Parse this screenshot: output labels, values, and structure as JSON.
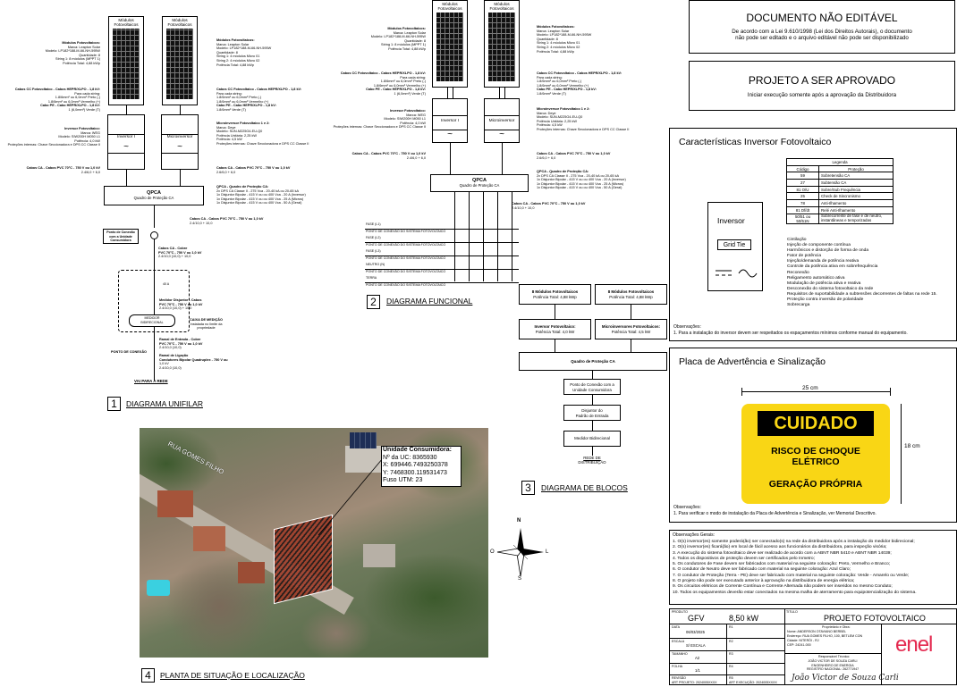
{
  "unifilar": {
    "module_label": "Módulos Fotovoltaicos",
    "module_specs_left": [
      "Módulos Fotovoltaicos:",
      "Marca: Leapton Solar",
      "Modelo: LP182*188-M-66-NH-595W",
      "Quantidade: 8",
      "String 1: 8 módulos (MPPT 1)",
      "Potência Total: 4,88 kWp"
    ],
    "module_specs_right": [
      "Módulos Fotovoltaicos:",
      "Marca: Leapton Solar",
      "Modelo: LP182*188-M-66-NH-595W",
      "Quantidade: 8",
      "String 1: 4 módulos Micro 01",
      "String 2: 4 módulos Micro 02",
      "Potência Total: 4,88 kWp"
    ],
    "cable_cc_left": [
      "Cabos CC Fotovoltaico - Cabos HEPR/XLPO - 1,8 kV:",
      "Para cada string:",
      "1.8/6mm² ou 6,0mm² Preto (-)",
      "1.8/6mm² ou 6,0mm² Vermelho (+)",
      "Cabo PE - Cabo HEPR/XLPO - 1,8 kV:",
      "1 (6,0mm²) Verde (T)"
    ],
    "cable_cc_right": [
      "Cabos CC Fotovoltaico - Cabos HEPR/XLPO - 1,8 kV:",
      "Para cada string:",
      "1.8/6mm² ou 6,0mm² Preto (-)",
      "1.8/6mm² ou 6,0mm² Vermelho (+)",
      "Cabo PE - Cabo HEPR/XLPO - 1,8 kV:",
      "1.8/6mm² Verde (T)"
    ],
    "inverter_left_spec": [
      "Inversor Fotovoltaico:",
      "Marca: WEG",
      "Modelo: SIW200H M050 L1",
      "Potência: 4,0 kW",
      "Proteções internas: Chave Seccionadora e DPS CC Classe II"
    ],
    "inverter_right_spec": [
      "Microinversor Fotovoltaico 1 e 2:",
      "Marca: Deye",
      "Modelo: SUN-M225G4-EU-Q0",
      "Potência Unitária: 2,25 kW",
      "Potência: 4,5 kW",
      "Proteções internas: Chave Seccionadora e DPS CC Classe II"
    ],
    "inverter_left": "Inversor I",
    "inverter_right": "Microinversor",
    "cable_ca_left": [
      "Cabos CA - Cabos PVC 70°C - 750 V ou 1,0 kV",
      "2.4/6,0 + 6,0"
    ],
    "cable_ca_right": [
      "Cabos CA - Cabos PVC 70°C - 750 V ou 1,0 kV",
      "2.6/6,0 + 6,0"
    ],
    "qpca_title": "QPCA",
    "qpca_sub": "Quadro de Proteção CA",
    "qpca_spec": [
      "QPCA - Quadro de Proteção CA:",
      "2x DPS CA Classe II - 275 Vca - 20-40 kA ou 20-65 kA",
      "1x Disjuntor Bipolar - 415 V ou ou 400 Vca - 20 A (Inversor)",
      "1x Disjuntor Bipolar - 415 V ou ou 400 Vca - 25 A (Micros)",
      "1x Disjuntor Bipolar - 415 V ou ou 400 Vca - 50 A (Geral)"
    ],
    "cable_ca_main": [
      "Cabos CA - Cabos PVC 70°C - 750 V ou 1,0 kV",
      "2.4/10,0 + 10,0"
    ],
    "conexao_label": [
      "Ponto de Conexão",
      "com a Unidade",
      "Consumidora"
    ],
    "cable_ca_cobre": [
      "Cabos CA - Cobre",
      "PVC 70°C - 750 V ou 1,0 kV",
      "2.4/10,0 (10,0) + 10,0"
    ],
    "breaker_label": "40 A",
    "medidor_cable": [
      "Medidor Disjuntor - Cabos",
      "PVC 70°C - 750 V ou 1,0 kV",
      "2.4/10,0 (10,0) + 10,0"
    ],
    "medidor_box": [
      "MEDIDOR",
      "BIDIRECIONAL"
    ],
    "caixa_medicao": [
      "CAIXA DE MEDIÇÃO",
      "Instalada no limite da",
      "propriedade"
    ],
    "ramal_entrada": [
      "Ramal de Entrada - Cobre",
      "PVC 70°C - 750 V ou 1,0 kV",
      "2.4/10,0 (10,0)"
    ],
    "ramal_ligacao": [
      "Ramal de Ligação",
      "Condutores Bipolar Quadruplex - 750 V ou",
      "1,0 kV",
      "2.4/10,0 (10,0)"
    ],
    "ponto_conexao": "PONTO DE CONEXÃO",
    "via_rede": "VAI PARA A REDE"
  },
  "funcional": {
    "bus_labels": [
      "FASE (L1)",
      "PONTO DE CONEXÃO DO SISTEMA FOTOVOLTAICO",
      "FASE (L2)",
      "PONTO DE CONEXÃO DO SISTEMA FOTOVOLTAICO",
      "FASE (L3)",
      "PONTO DE CONEXÃO DO SISTEMA FOTOVOLTAICO",
      "NEUTRO (N)",
      "PONTO DE CONEXÃO DO SISTEMA FOTOVOLTAICO",
      "TERRA",
      "PONTO DE CONEXÃO DO SISTEMA FOTOVOLTAICO"
    ]
  },
  "blocos": {
    "mod_left": [
      "8 Módulos Fotovoltaicos",
      "Potência Total: 4,88 kWp"
    ],
    "mod_right": [
      "8 Módulos Fotovoltaicos",
      "Potência Total: 4,88 kWp"
    ],
    "inv_left": [
      "Inversor Fotovoltaico:",
      "Potência Total: 4,0 kW"
    ],
    "inv_right": [
      "Microinversores Fotovoltaicos:",
      "Potência Total: 4,5 kW"
    ],
    "qpca": "Quadro de Proteção CA",
    "ponto": [
      "Ponto de Conexão com a",
      "Unidade Consumidora"
    ],
    "disjuntor": [
      "Disjuntor do",
      "Padrão de Entrada"
    ],
    "medidor": "Medidor Bidirecional",
    "rede": [
      "REDE DE",
      "DISTRIBUIÇÃO"
    ]
  },
  "sections": {
    "s1_num": "1",
    "s1": "DIAGRAMA UNIFILAR",
    "s2_num": "2",
    "s2": "DIAGRAMA FUNCIONAL",
    "s3_num": "3",
    "s3": "DIAGRAMA DE BLOCOS",
    "s4_num": "4",
    "s4": "PLANTA DE SITUAÇÃO E LOCALIZAÇÃO"
  },
  "map": {
    "street": "RUA GOMES FILHO",
    "uc_title": "Unidade Consumidora:",
    "uc_lines": [
      "Nº da UC: 8365930",
      "X: 699446.7493250378",
      "Y: 7468300.119531473",
      "Fuso UTM: 23"
    ],
    "compass": {
      "n": "N",
      "s": "S",
      "l": "L",
      "o": "O"
    }
  },
  "stamp1": {
    "title": "DOCUMENTO NÃO EDITÁVEL",
    "text": [
      "De acordo com a Lei 9.610/1998 (Lei dos Direitos Autorais), o documento",
      "não pode ser editado e o arquivo editável não pode ser disponibilizado"
    ]
  },
  "stamp2": {
    "title": "PROJETO A SER APROVADO",
    "text": "Iniciar execução somente após a aprovação da Distribuidora"
  },
  "inversor_panel": {
    "title": "Características Inversor Fotovoltaico",
    "box_label": "Inversor",
    "grid_tie": "Grid Tie",
    "legend_title": "Legenda",
    "legend_headers": [
      "Código",
      "Proteção"
    ],
    "legend_rows": [
      [
        "59",
        "Sobretensão CA"
      ],
      [
        "27",
        "Subtensão CA"
      ],
      [
        "81 O/U",
        "Sobre/Sub Frequência"
      ],
      [
        "25",
        "Check de Sincronismo"
      ],
      [
        "78",
        "Anti-Ilhamento"
      ],
      [
        "81 Df/dt",
        "Relé Anti-Ilhamento"
      ],
      [
        "50/51 ou 50/51N",
        "Sobrecorrente de fase e de neutro, instantâneas e temporizadas"
      ]
    ],
    "functions": [
      "Cintilação",
      "Injeção de componente contínua",
      "Harmônicos e distorção de forma de onda",
      "Fator de potência",
      "Injeção/demanda de potência reativa",
      "Controle da potência ativa em sobrefrequência",
      "Reconexão",
      "Religamento automático ativa",
      "Modulação de potência ativa e reativa",
      "Desconexão do sistema fotovoltaico da rede",
      "Requisitos de suportabilidade a subtensões decorrentes de faltas na rede 15.",
      "Proteção contra inversão de polaridade",
      "Sobrecarga"
    ],
    "obs_title": "Observações:",
    "obs": [
      "1.    Para a instalação do inversor devem ser respeitados os espaçamentos mínimos conforme manual do equipamento."
    ]
  },
  "placa_panel": {
    "title": "Placa de Advertência e Sinalização",
    "width": "25 cm",
    "height": "18 cm",
    "sign_top": "CUIDADO",
    "sign_mid": [
      "RISCO DE CHOQUE",
      "ELÉTRICO"
    ],
    "sign_bot": "GERAÇÃO PRÓPRIA",
    "obs_title": "Observações:",
    "obs": [
      "1.    Para verificar o modo de instalação da Placa de Advertência e Sinalização, ver Memorial Descritivo."
    ]
  },
  "general_obs": {
    "title": "Observações Gerais:",
    "items": [
      "1.    O(s) inversor(es) somente poderá(ão) ser conectado(s) na rede da distribuidora após a instalação do medidor bidirecional;",
      "2.    O(s) inversor(es) ficará(ão) em local de fácil acesso aos funcionários da distribuidora, para inspeção visória;",
      "3.    A execução do sistema fotovoltaico deve ser realizado de acordo com a ABNT NBR 5410 e ABNT NBR 14039;",
      "4.    Todos os dispositivos de proteção devem ser certificados pelo Inmetro;",
      "5.    Os condutores de Fase devem ser fabricados com material na seguinte coloração: Preto, Vermelho e Branco;",
      "6.    O condutor de Neutro deve ser fabricado com material na seguinte coloração: Azul Claro;",
      "7.    O condutor de Proteção (Terra - PE) deve ser fabricado com material na seguinte coloração: Verde - Amarelo ou Verde;",
      "8.    O projeto não pode ser executado anterior à aprovação na distribuidora de energia elétrica;",
      "9.    Os circuitos elétricos de Corrente Contínua e Corrente Alternada não podem ser inseridos no mesmo Conduto;",
      "10.  Todos os equipamentos deverão estar conectados na mesma malha de aterramento para equipotencialização do sistema."
    ]
  },
  "title_block": {
    "produto_label": "PRODUTO",
    "produto": "GFV",
    "potencia": "8,50 kW",
    "titulo_label": "TITULO",
    "titulo": "PROJETO FOTOVOLTAICO",
    "data_label": "DATA",
    "data": "06/03/2025",
    "escala_label": "ESCALA",
    "escala": "S/ ESCALA",
    "tamanho_label": "TAMANHO",
    "tamanho": "A2",
    "folha_label": "FOLHA",
    "folha": "1/1",
    "revisao_label": "REVISÃO",
    "revisao": "ART PROJETO: 2024005XXXX",
    "rev_codes": [
      "R1",
      "R2",
      "R3",
      "R4",
      "R5",
      "ART EXECUÇÃO: 2024005XXXX"
    ],
    "proprietario_title": "Proprietário e Obra:",
    "proprietario": [
      "Nome:",
      "ANDERSON OTAVIANO BERBEL",
      "Endereço:",
      "RUA GOMES FILHO, 100, BETLEM CON",
      "Cidade:",
      "NITERÓI - RJ",
      "CEP:",
      "24241-000"
    ],
    "responsavel_title": "Responsável Técnico:",
    "responsavel": [
      "JOÃO VICTOR DE SOUZA CARLI",
      "ENGENHEIRO DE ENERGIA",
      "REGISTRO NACIONAL: 262771947"
    ],
    "signature": "João Victor de Souza Carli",
    "logo": "enel",
    "logo_color": "#e42a50"
  }
}
